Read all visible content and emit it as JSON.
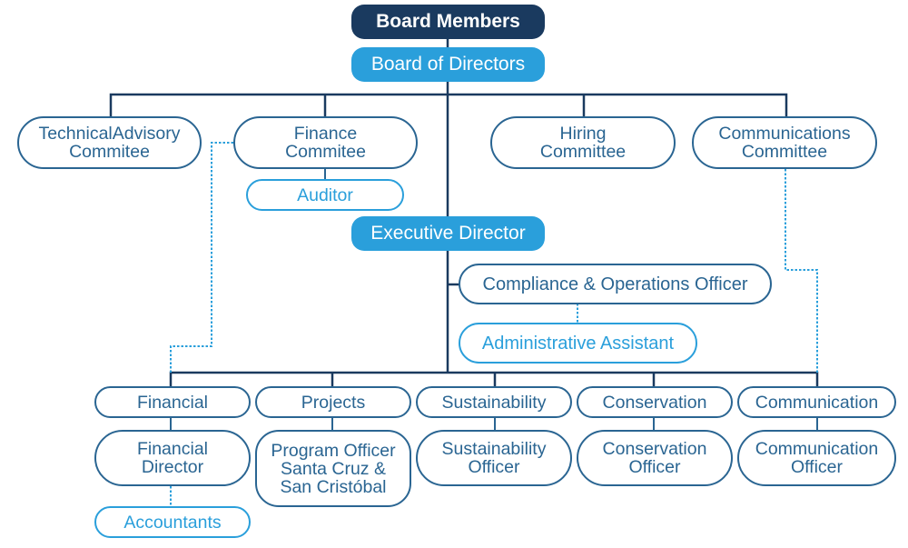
{
  "title": "Organizational Chart",
  "colors": {
    "dark_navy": "#1a3a5f",
    "accent_blue": "#2a9fdb",
    "outline_blue": "#2a6592",
    "connector": "#1a3a5f",
    "dotted_connector": "#2a9fdb"
  },
  "nodes": {
    "board_members": "Board Members",
    "board_of_directors": "Board of Directors",
    "technical_advisory": "TechnicalAdvisory\nCommitee",
    "finance_committee": "Finance\nCommitee",
    "auditor": "Auditor",
    "hiring_committee": "Hiring\nCommittee",
    "communications_committee": "Communications\nCommittee",
    "executive_director": "Executive Director",
    "compliance_officer": "Compliance & Operations Officer",
    "administrative_assistant": "Administrative Assistant",
    "departments": [
      {
        "label": "Financial",
        "officer": "Financial\nDirector"
      },
      {
        "label": "Projects",
        "officer": "Program Officer\nSanta Cruz &\nSan Cristóbal"
      },
      {
        "label": "Sustainability",
        "officer": "Sustainability\nOfficer"
      },
      {
        "label": "Conservation",
        "officer": "Conservation\nOfficer"
      },
      {
        "label": "Communication",
        "officer": "Communication\nOfficer"
      }
    ],
    "accountants": "Accountants"
  }
}
